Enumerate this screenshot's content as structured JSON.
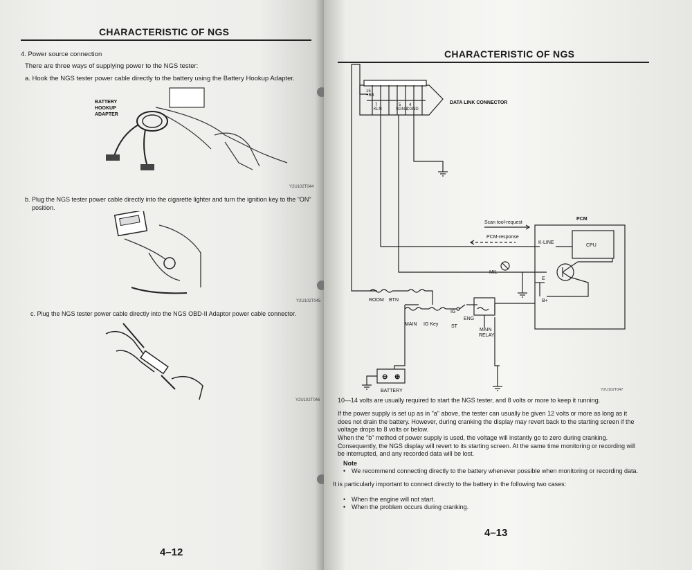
{
  "left_page": {
    "title": "CHARACTERISTIC OF NGS",
    "section": "4. Power source connection",
    "intro": "There are three ways of supplying power to the NGS tester:",
    "item_a": "a. Hook the NGS tester power cable directly to the battery using the Battery Hookup Adapter.",
    "callout_line1": "BATTERY",
    "callout_line2": "HOOKUP",
    "callout_line3": "ADAPTER",
    "fig1_code": "Y2U102T044",
    "item_b_line1": "b. Plug the NGS tester power cable directly into the cigarette lighter and turn the ignition key to the \"ON\"",
    "item_b_line2": "position.",
    "fig2_code": "Y2U102T045",
    "item_c": "c. Plug the NGS tester power cable directly into the NGS OBD-II Adaptor power cable connector.",
    "fig3_code": "Y2U102T046",
    "page_number": "4–12"
  },
  "right_page": {
    "title": "CHARACTERISTIC OF NGS",
    "diagram": {
      "dlc_label": "DATA LINK CONNECTOR",
      "pin_15": "15",
      "pin_15_sub": "+BB",
      "pin_7": "7",
      "pin_7_sub": "KLN",
      "pin_5": "5",
      "pin_5_sub": "SGND",
      "pin_4": "4",
      "pin_4_sub": "CGND",
      "pcm": "PCM",
      "cpu": "CPU",
      "kline": "K-LINE",
      "scan_request": "Scan tool-request",
      "pcm_response": "PCM-response",
      "mil": "MIL",
      "e": "E",
      "bplus": "B+",
      "room": "ROOM",
      "btn": "BTN",
      "main": "MAIN",
      "igkey": "IG Key",
      "ig": "IG",
      "st": "ST",
      "eng": "ENG",
      "main_relay_1": "MAIN",
      "main_relay_2": "RELAY",
      "battery": "BATTERY",
      "code": "Y2U102T047"
    },
    "volts_text": "10—14 volts are usually required to start the NGS tester, and 8 volts or more to keep it running.",
    "para1": "If the power supply is set up as in \"a\" above, the tester can usually be given 12 volts or more as long as it does not drain the battery. However, during cranking the display may revert back to the starting screen if the voltage drops to 8 volts or below.",
    "para2": "When the \"b\" method of power supply is used, the voltage will instantly go to zero during cranking. Consequently, the NGS display will revert to its starting screen. At the same time monitoring or recording will be interrupted, and any recorded data will be lost.",
    "note_heading": "Note",
    "note_text": "We recommend connecting directly to the battery whenever possible when monitoring or recording data.",
    "cases_intro": "It is particularly important to connect directly to the battery in the following two cases:",
    "case1": "When the engine will not start.",
    "case2": "When the problem occurs during cranking.",
    "page_number": "4–13"
  }
}
